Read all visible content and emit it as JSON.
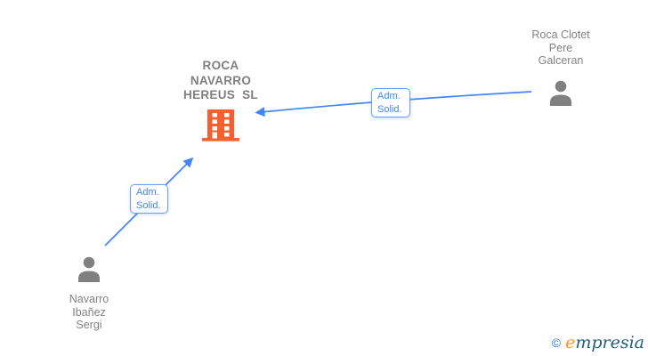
{
  "company": {
    "name": "ROCA NAVARRO HEREUS SL",
    "name_lines": [
      "ROCA",
      "NAVARRO",
      "HEREUS SL"
    ],
    "icon": "building-icon",
    "icon_color": "#F4602F",
    "label_color": "#7F7F7F"
  },
  "persons": [
    {
      "name": "Roca Clotet Pere Galceran",
      "name_lines": [
        "Roca Clotet",
        "Pere",
        "Galceran"
      ],
      "icon": "person-icon",
      "icon_color": "#808080"
    },
    {
      "name": "Navarro Ibañez Sergi",
      "name_lines": [
        "Navarro",
        "Ibañez",
        "Sergi"
      ],
      "icon": "person-icon",
      "icon_color": "#808080"
    }
  ],
  "edges": [
    {
      "from": "Roca Clotet Pere Galceran",
      "to": "ROCA NAVARRO HEREUS SL",
      "label": "Adm. Solid.",
      "label_lines": [
        "Adm.",
        "Solid."
      ]
    },
    {
      "from": "Navarro Ibañez Sergi",
      "to": "ROCA NAVARRO HEREUS SL",
      "label": "Adm. Solid.",
      "label_lines": [
        "Adm.",
        "Solid."
      ]
    }
  ],
  "colors": {
    "edge_blue": "#4285F4",
    "edge_label_border": "#6D9EEB",
    "node_text_gray": "#7F7F7F",
    "building_orange": "#F4602F",
    "person_gray": "#808080"
  },
  "logo": {
    "copyright_symbol": "©",
    "brand_initial": "e",
    "brand_rest": "mpresia",
    "initial_color": "#F7941D",
    "text_color": "#1E5F79",
    "copyright_color": "#2D7DBA"
  }
}
